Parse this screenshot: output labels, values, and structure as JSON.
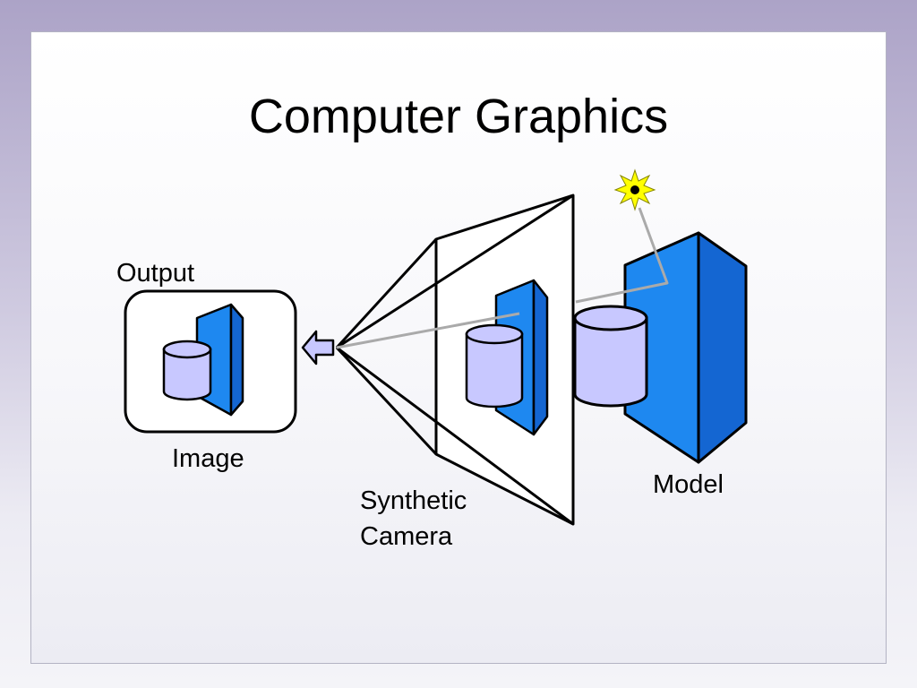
{
  "slide": {
    "title": "Computer Graphics",
    "labels": {
      "output": "Output",
      "image": "Image",
      "synthetic": "Synthetic",
      "camera": "Camera",
      "model": "Model"
    }
  },
  "colors": {
    "slide_frame": "#aca3c7",
    "prism_front": "#1e88f0",
    "prism_dark": "#1466d2",
    "cylinder_fill": "#c8c8ff",
    "arrow_fill": "#c8c8ff",
    "light_ray": "#aaaaaa",
    "light_star": "#ffff00"
  },
  "icons": {
    "light_source": "light-source-icon",
    "output_arrow": "left-arrow-icon"
  }
}
